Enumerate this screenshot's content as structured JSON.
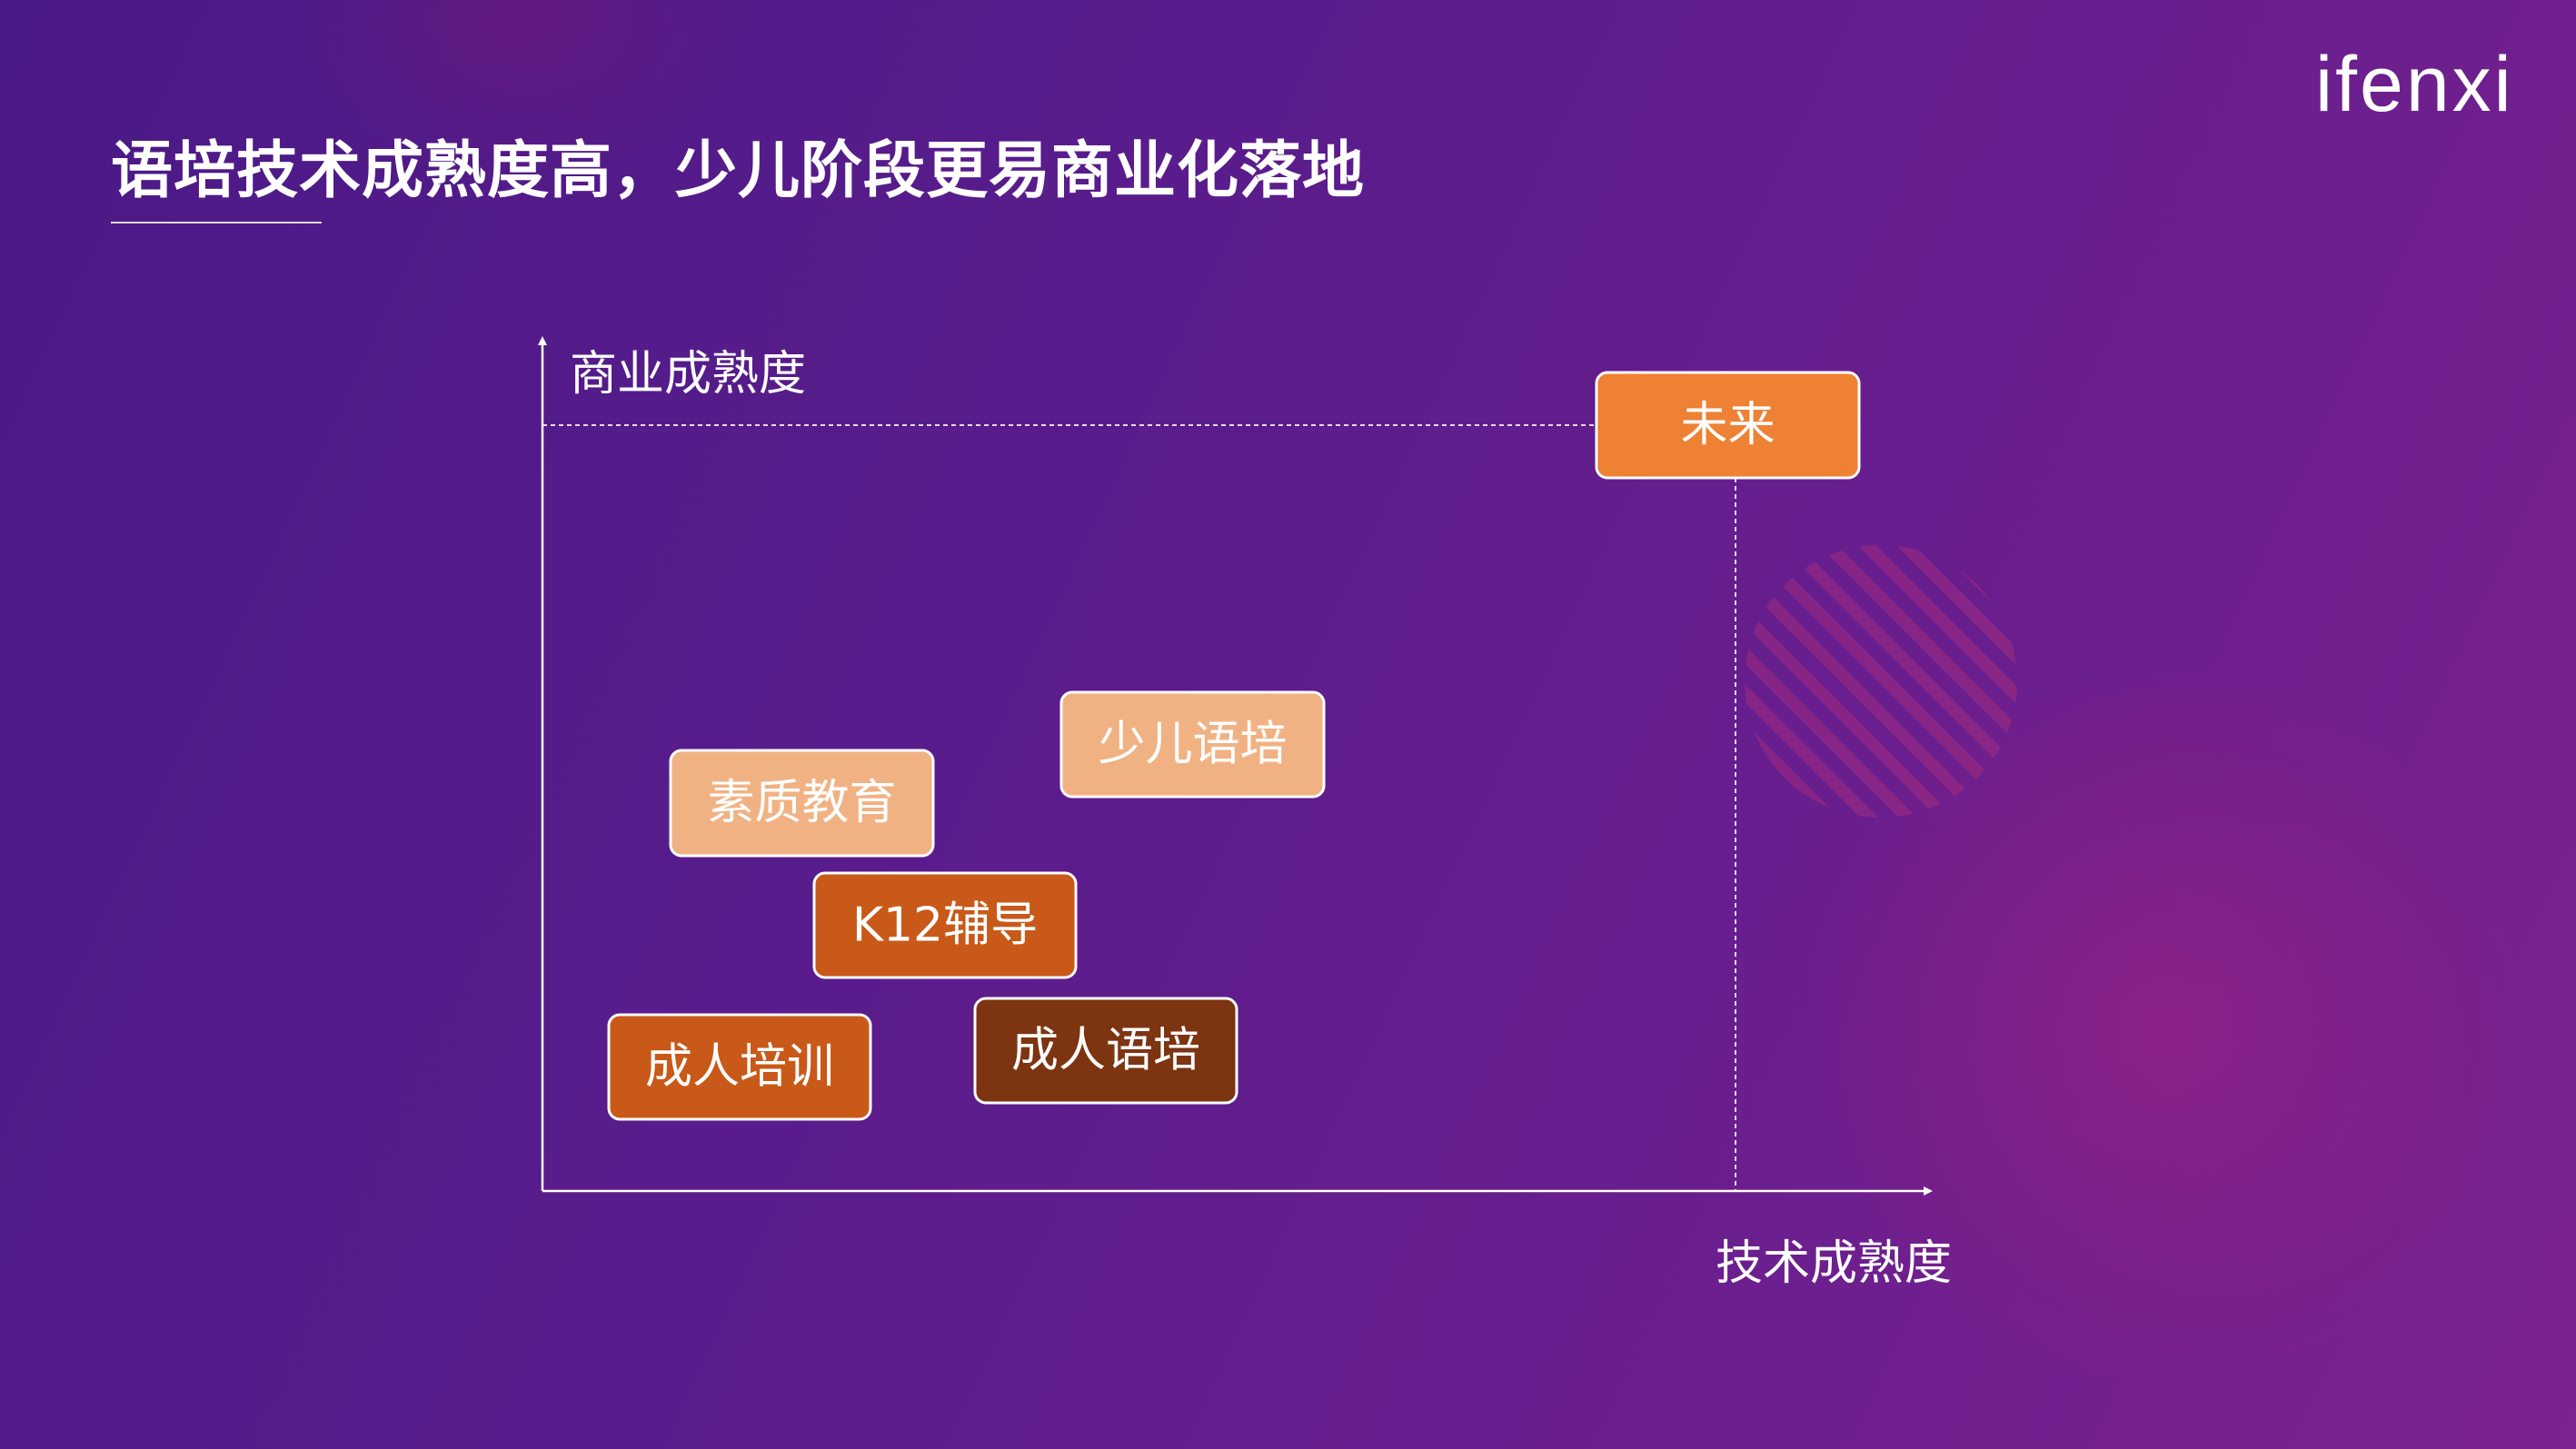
{
  "slide": {
    "title": "语培技术成熟度高，少儿阶段更易商业化落地",
    "logo": "ifenxi"
  },
  "diagram": {
    "y_axis_label": "商业成熟度",
    "x_axis_label": "技术成熟度",
    "items": [
      {
        "label": "未来",
        "color": "#ee8133"
      },
      {
        "label": "少儿语培",
        "color": "#f1b283"
      },
      {
        "label": "素质教育",
        "color": "#f1b283"
      },
      {
        "label": "K12辅导",
        "color": "#c85918"
      },
      {
        "label": "成人语培",
        "color": "#7d3410"
      },
      {
        "label": "成人培训",
        "color": "#c85918"
      }
    ]
  }
}
